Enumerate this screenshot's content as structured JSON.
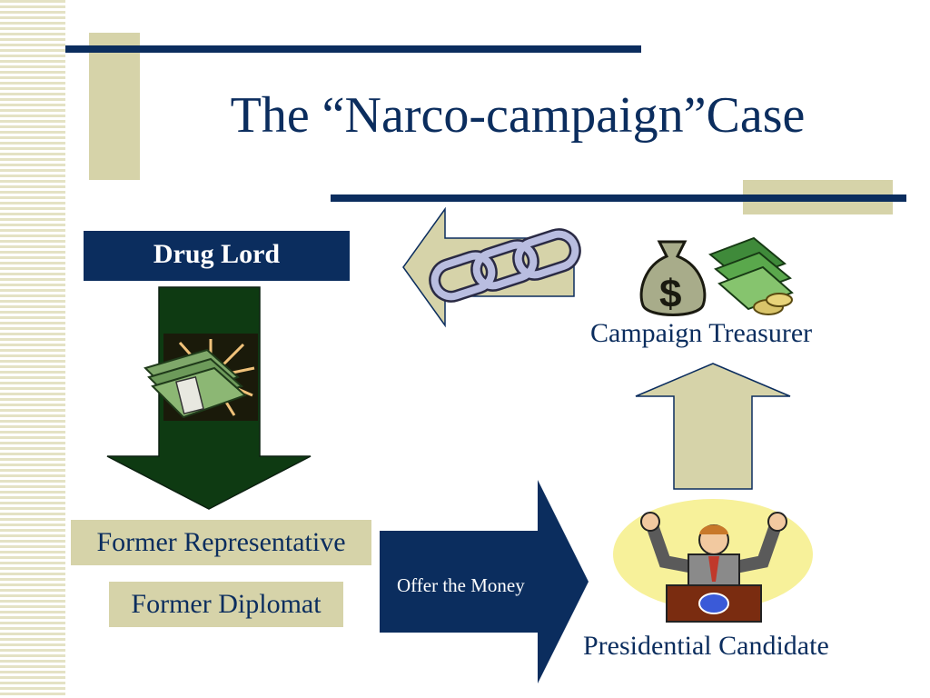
{
  "slide": {
    "title": "The “Narco-campaign”Case"
  },
  "nodes": {
    "drug_lord": "Drug Lord",
    "former_representative": "Former Representative",
    "former_diplomat": "Former Diplomat",
    "campaign_treasurer": "Campaign Treasurer",
    "presidential_candidate": "Presidential Candidate"
  },
  "edges": {
    "offer_money": "Offer the Money"
  },
  "icons": {
    "cash": "cash-bundle-icon",
    "chain": "chain-link-icon",
    "money_bag": "money-bag-icon",
    "politician": "politician-at-podium-icon"
  },
  "colors": {
    "navy": "#0b2d5e",
    "tan": "#d6d3a9",
    "dark_green": "#0e3a12",
    "candidate_glow": "#f7f19a"
  }
}
